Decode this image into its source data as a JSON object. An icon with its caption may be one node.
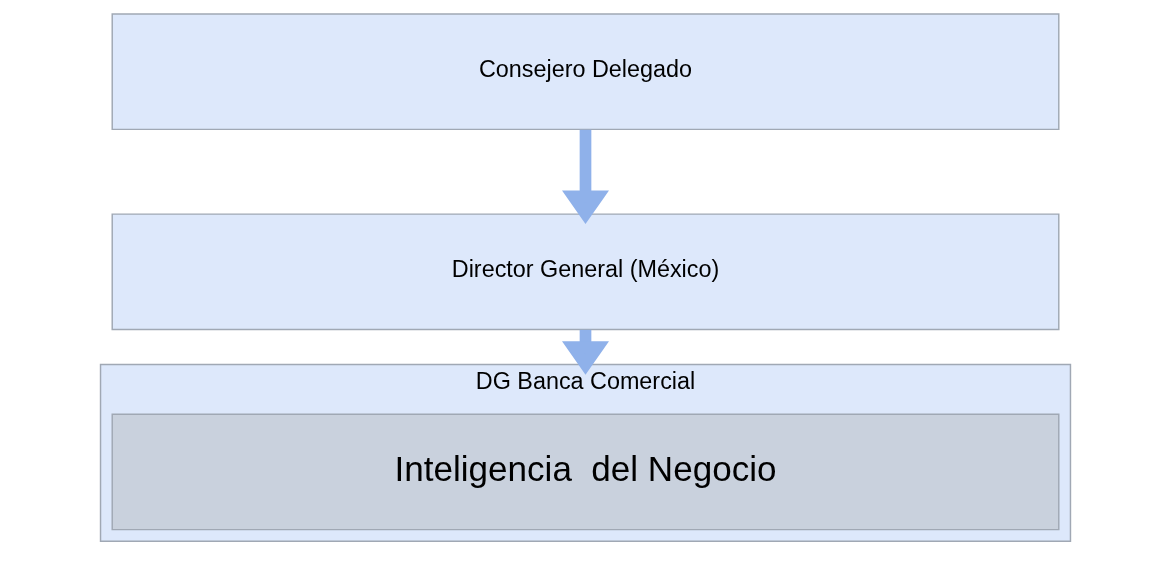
{
  "diagram": {
    "nodes": [
      {
        "text": [
          "Consejero Delegado"
        ]
      },
      {
        "text": [
          "Director General (México)"
        ]
      },
      {
        "text": [
          "DG Banca Comercial"
        ]
      },
      {
        "text": [
          "Inteligencia  del Negocio"
        ],
        "in": 2
      }
    ],
    "edges": [
      {
        "from": 0,
        "to": 1,
        "arrow": "to"
      },
      {
        "from": 1,
        "to": 2,
        "arrow": "to"
      }
    ]
  }
}
